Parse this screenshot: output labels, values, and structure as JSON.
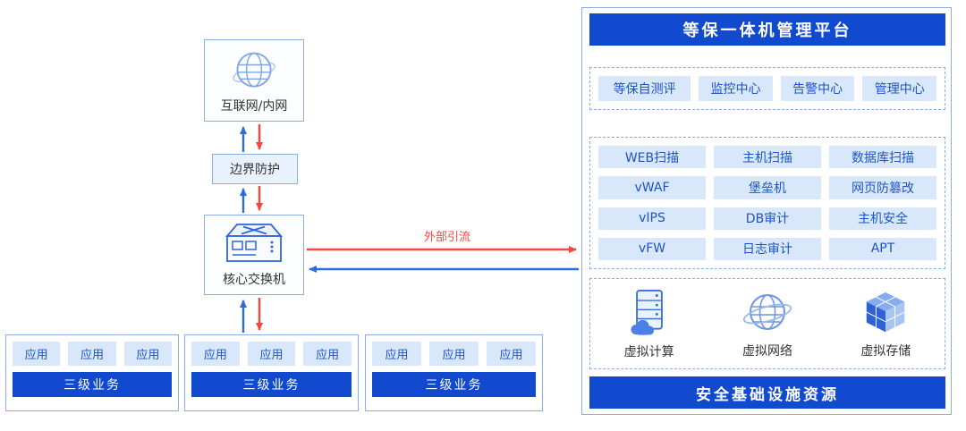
{
  "left": {
    "internet_label": "互联网/内网",
    "border_label": "边界防护",
    "switch_label": "核心交换机",
    "groups": [
      {
        "apps": [
          "应用",
          "应用",
          "应用"
        ],
        "business_label": "三级业务"
      },
      {
        "apps": [
          "应用",
          "应用",
          "应用"
        ],
        "business_label": "三级业务"
      },
      {
        "apps": [
          "应用",
          "应用",
          "应用"
        ],
        "business_label": "三级业务"
      }
    ]
  },
  "external_flow_label": "外部引流",
  "right": {
    "title": "等保一体机管理平台",
    "centers": [
      "等保自测评",
      "监控中心",
      "告警中心",
      "管理中心"
    ],
    "modules": [
      [
        "WEB扫描",
        "主机扫描",
        "数据库扫描"
      ],
      [
        "vWAF",
        "堡垒机",
        "网页防篡改"
      ],
      [
        "vIPS",
        "DB审计",
        "主机安全"
      ],
      [
        "vFW",
        "日志审计",
        "APT"
      ]
    ],
    "resources": [
      {
        "icon": "virtual-compute-icon",
        "label": "虚拟计算"
      },
      {
        "icon": "virtual-network-icon",
        "label": "虚拟网络"
      },
      {
        "icon": "virtual-storage-icon",
        "label": "虚拟存储"
      }
    ],
    "footer": "安全基础设施资源"
  },
  "colors": {
    "primary_blue": "#1149cf",
    "cell_bg": "#d9e7fa",
    "cell_text": "#1c55c9",
    "panel_border": "#8aade4",
    "arrow_blue": "#2e6be0",
    "arrow_red": "#f6463d"
  }
}
